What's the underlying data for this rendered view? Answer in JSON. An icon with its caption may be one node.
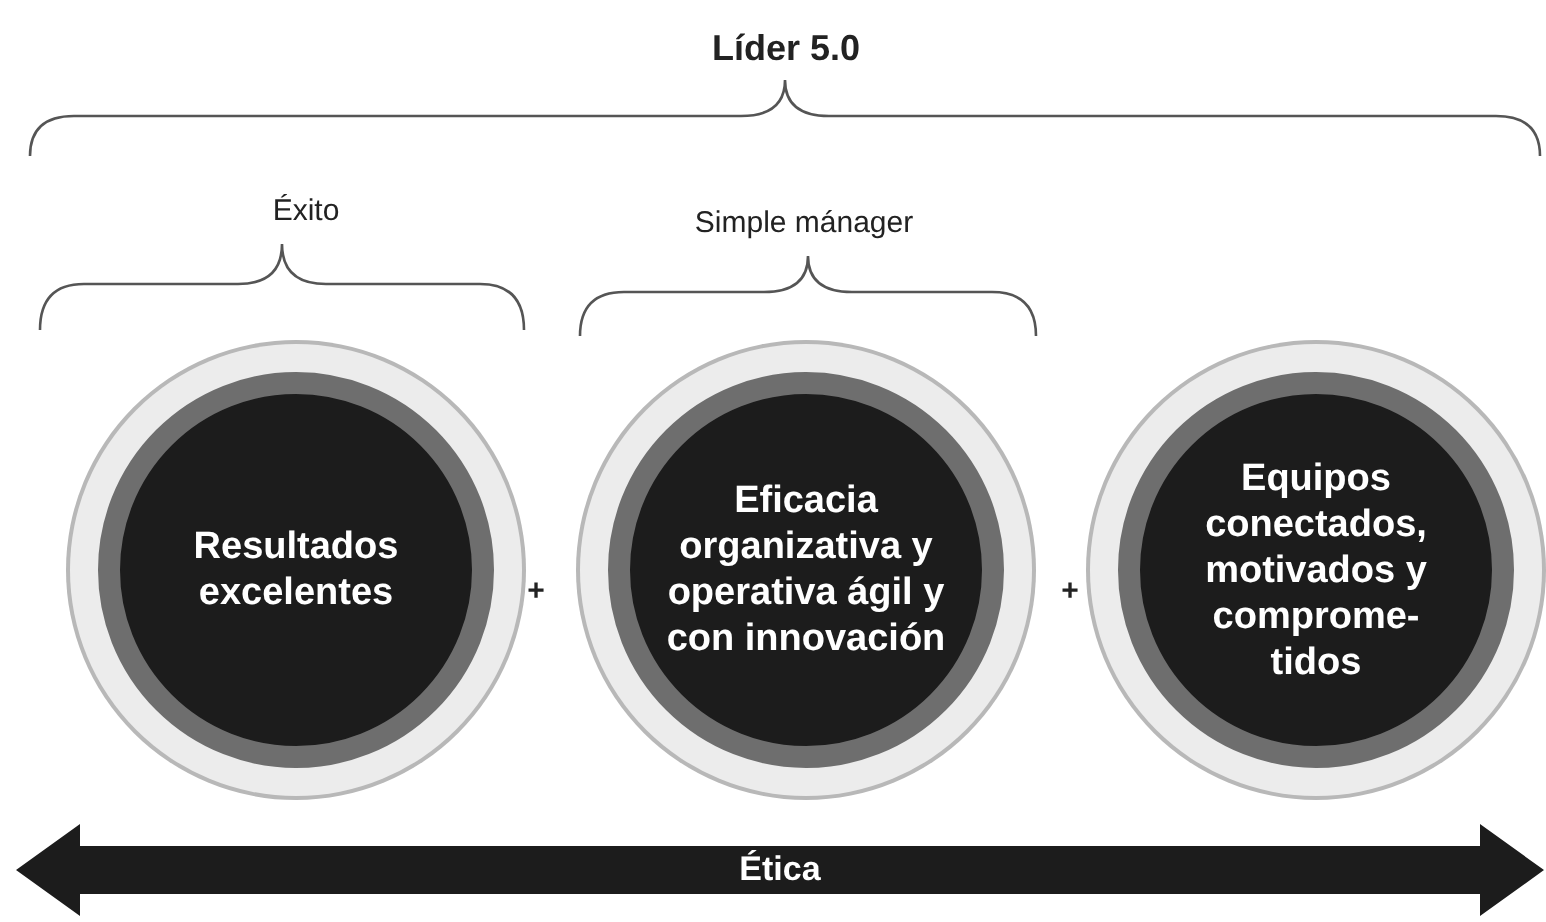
{
  "diagram": {
    "title": "Líder 5.0",
    "nodes": [
      {
        "text": [
          "Resultados excelentes"
        ]
      },
      {
        "text": [
          "Eficacia organizativa y operativa ágil y con innovación"
        ]
      },
      {
        "text": [
          "Equipos conectados, motivados y comprome- tidos"
        ]
      },
      {
        "text": [
          "Ética"
        ]
      }
    ],
    "edges": [],
    "labels": [
      "Éxito",
      "Simple mánager",
      "+",
      "+"
    ]
  }
}
